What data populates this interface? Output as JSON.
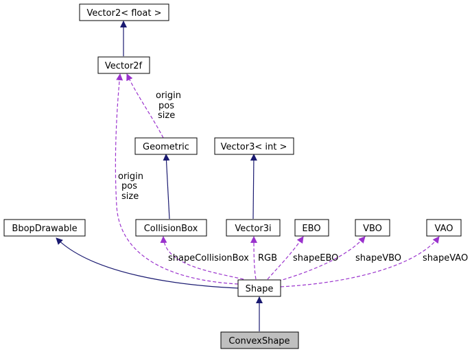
{
  "diagram": {
    "nodes": {
      "vector2_float": "Vector2< float >",
      "vector2f": "Vector2f",
      "geometric": "Geometric",
      "vector3_int": "Vector3< int >",
      "bbop_drawable": "BbopDrawable",
      "collision_box": "CollisionBox",
      "vector3i": "Vector3i",
      "ebo": "EBO",
      "vbo": "VBO",
      "vao": "VAO",
      "shape": "Shape",
      "convex_shape": "ConvexShape"
    },
    "edge_labels": {
      "geometric_to_vector2f": [
        "origin",
        "pos",
        "size"
      ],
      "shape_to_vector2f": [
        "origin",
        "pos",
        "size"
      ],
      "shape_collision_box": "shapeCollisionBox",
      "rgb": "RGB",
      "shape_ebo": "shapeEBO",
      "shape_vbo": "shapeVBO",
      "shape_vao": "shapeVAO"
    },
    "colors": {
      "inheritance_edge": "#191970",
      "usage_edge": "#9a32cd",
      "highlighted_node_fill": "#bfbfbf",
      "node_fill": "#ffffff"
    }
  }
}
